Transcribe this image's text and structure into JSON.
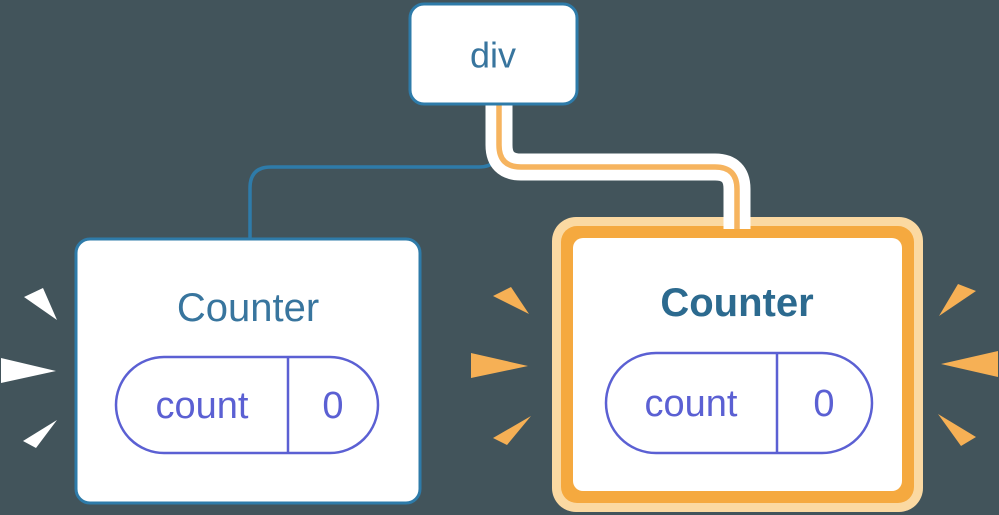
{
  "colors": {
    "background": "#42545B",
    "node_fill": "#FFFFFF",
    "node_border_blue": "#2E7BA9",
    "node_text_blue": "#38759E",
    "node_text_blue_bold": "#2C6A8F",
    "state_purple": "#5B60D3",
    "highlight_orange": "#F5A93F",
    "highlight_orange_light": "#FBD9A2",
    "edge_orange": "#F6B45F",
    "sparkle_orange": "#F6B055",
    "sparkle_white": "#FFFFFF"
  },
  "tree": {
    "root": {
      "label": "div"
    },
    "children": [
      {
        "label": "Counter",
        "highlighted": false,
        "sparkle_color": "white",
        "state": {
          "key": "count",
          "value": "0"
        }
      },
      {
        "label": "Counter",
        "highlighted": true,
        "sparkle_color": "orange",
        "state": {
          "key": "count",
          "value": "0"
        }
      }
    ]
  }
}
